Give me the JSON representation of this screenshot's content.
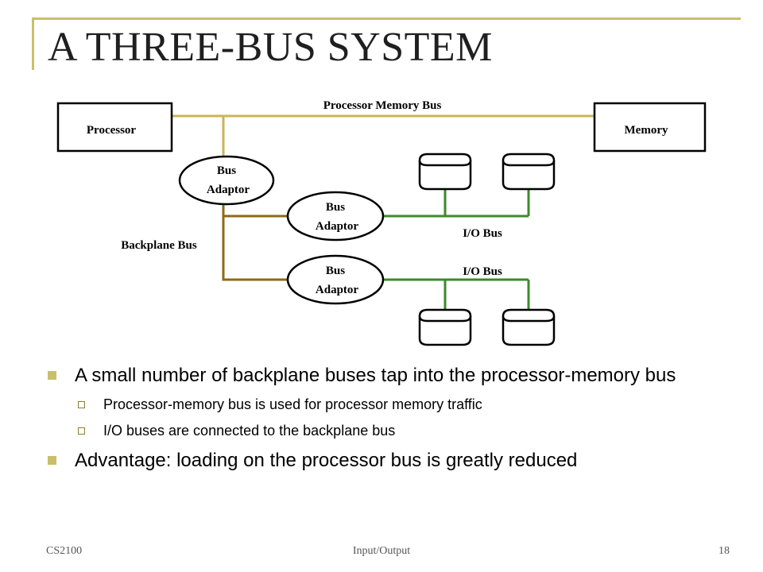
{
  "slide": {
    "title": "A THREE-BUS SYSTEM"
  },
  "diagram": {
    "processor_label": "Processor",
    "memory_label": "Memory",
    "processor_memory_bus_label": "Processor Memory Bus",
    "backplane_bus_label": "Backplane Bus",
    "io_bus_label_1": "I/O Bus",
    "io_bus_label_2": "I/O Bus",
    "adaptor_1": [
      "Bus",
      "Adaptor"
    ],
    "adaptor_2": [
      "Bus",
      "Adaptor"
    ],
    "adaptor_3": [
      "Bus",
      "Adaptor"
    ],
    "colors": {
      "processor_memory_bus": "#c9b457",
      "backplane_bus": "#8c6a14",
      "io_bus": "#3d8a2c"
    }
  },
  "bullets": [
    {
      "text": "A small number of backplane buses tap into the processor-memory bus",
      "sub": [
        "Processor-memory bus is used for processor memory traffic",
        "I/O buses are connected to the backplane bus"
      ]
    },
    {
      "text": "Advantage: loading on the processor bus is greatly reduced",
      "sub": []
    }
  ],
  "footer": {
    "course": "CS2100",
    "topic": "Input/Output",
    "page": "18"
  }
}
